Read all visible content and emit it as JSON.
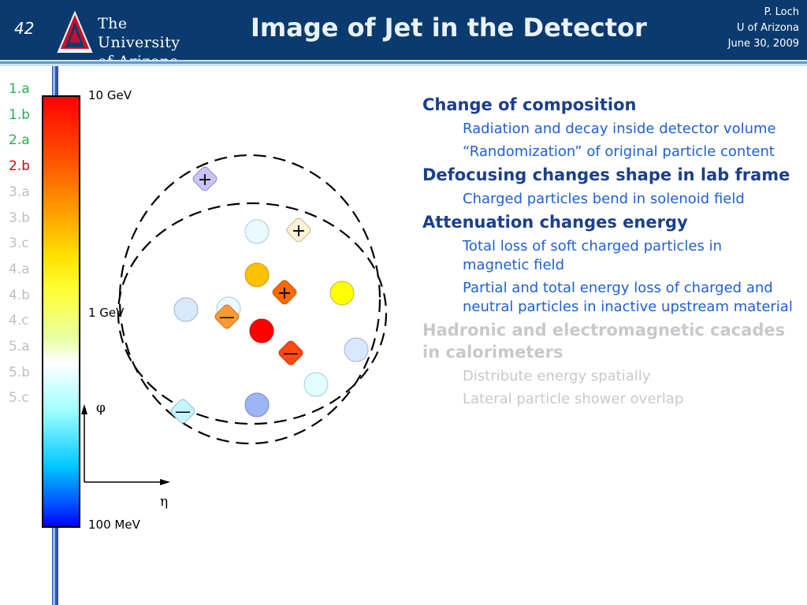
{
  "header": {
    "slide_number": "42",
    "logo_line1": "The University",
    "logo_line2": "of Arizona.",
    "title": "Image of Jet in the Detector",
    "author": "P. Loch",
    "institution": "U of Arizona",
    "date": "June 30, 2009"
  },
  "toc": [
    {
      "label": "1.a",
      "color": "#22b14c"
    },
    {
      "label": "1.b",
      "color": "#22b14c"
    },
    {
      "label": "2.a",
      "color": "#22b14c"
    },
    {
      "label": "2.b",
      "color": "#e00000"
    },
    {
      "label": "3.a",
      "color": "#bfbfbf"
    },
    {
      "label": "3.b",
      "color": "#bfbfbf"
    },
    {
      "label": "3.c",
      "color": "#bfbfbf"
    },
    {
      "label": "4.a",
      "color": "#bfbfbf"
    },
    {
      "label": "4.b",
      "color": "#bfbfbf"
    },
    {
      "label": "4.c",
      "color": "#bfbfbf"
    },
    {
      "label": "5.a",
      "color": "#bfbfbf"
    },
    {
      "label": "5.b",
      "color": "#bfbfbf"
    },
    {
      "label": "5.c",
      "color": "#bfbfbf"
    }
  ],
  "colorbar": {
    "top_label": "10 GeV",
    "mid_label": "1 GeV",
    "bottom_label": "100 MeV"
  },
  "diagram": {
    "phi_label": "φ",
    "eta_label": "η",
    "plus_sign": "+",
    "minus_sign": "—"
  },
  "content": [
    {
      "level": 1,
      "text": "Change of composition",
      "color": "#1a3f8c"
    },
    {
      "level": 2,
      "text": "Radiation and decay inside detector volume",
      "color": "#1f5fd6"
    },
    {
      "level": 2,
      "text": "“Randomization” of original particle content",
      "color": "#1f5fd6"
    },
    {
      "level": 1,
      "text": "Defocusing changes shape in lab frame",
      "color": "#1a3f8c"
    },
    {
      "level": 2,
      "text": "Charged particles bend in solenoid field",
      "color": "#1f5fd6"
    },
    {
      "level": 1,
      "text": "Attenuation changes energy",
      "color": "#1a3f8c"
    },
    {
      "level": 2,
      "text": "Total loss of soft charged particles in magnetic field",
      "color": "#1f5fd6"
    },
    {
      "level": 2,
      "text": "Partial and total energy loss of charged and neutral particles in inactive upstream material",
      "color": "#1f5fd6"
    },
    {
      "level": 1,
      "text": "Hadronic and electromagnetic cacades in calorimeters",
      "color": "#c8c8c8"
    },
    {
      "level": 2,
      "text": "Distribute energy spatially",
      "color": "#c8c8c8"
    },
    {
      "level": 2,
      "text": "Lateral particle shower overlap",
      "color": "#c8c8c8"
    }
  ]
}
